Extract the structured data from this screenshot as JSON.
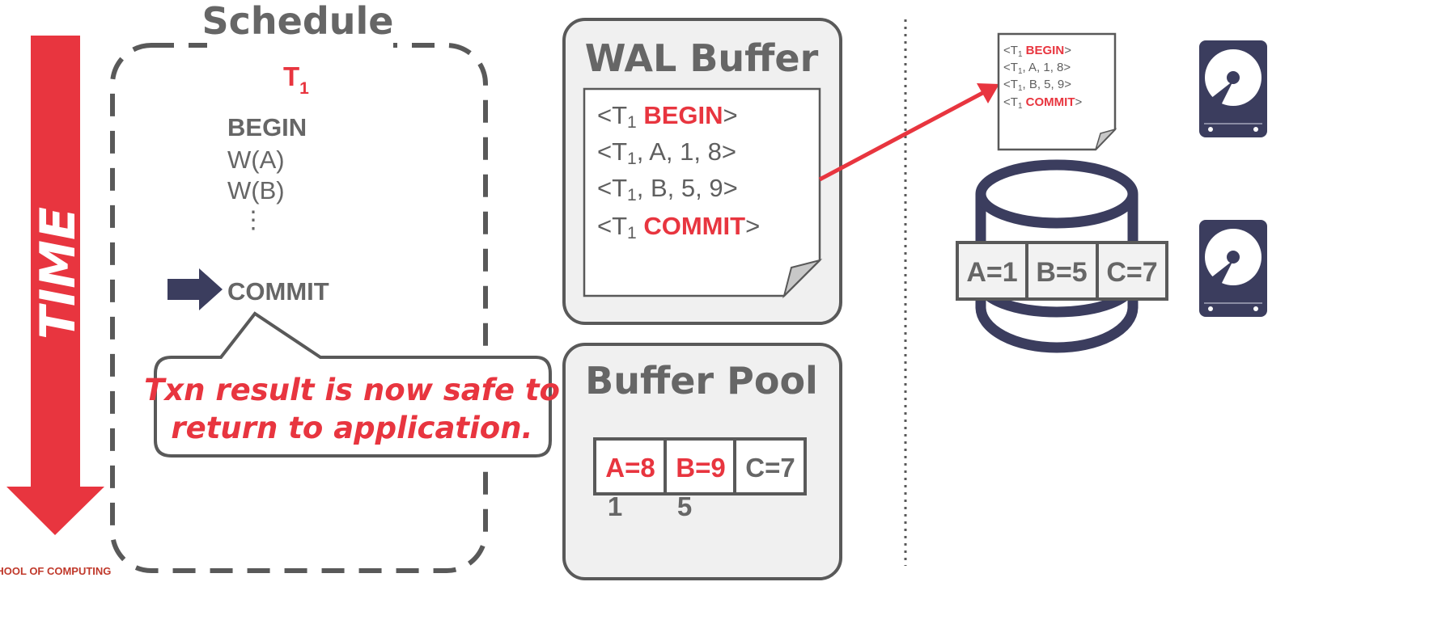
{
  "schedule": {
    "title": "Schedule",
    "txn": "T",
    "txn_sub": "1",
    "ops": [
      "BEGIN",
      "W(A)",
      "W(B)",
      "⋮",
      "COMMIT"
    ],
    "callout_line1": "Txn result is now safe to",
    "callout_line2": "return to application."
  },
  "time_label": "TIME",
  "wal_buffer": {
    "title": "WAL Buffer",
    "records": [
      {
        "prefix": "<T",
        "sub": "1",
        "rest": " ",
        "keyword": "BEGIN",
        "suffix": ">"
      },
      {
        "prefix": "<T",
        "sub": "1",
        "rest": ", A, 1, 8>",
        "keyword": "",
        "suffix": ""
      },
      {
        "prefix": "<T",
        "sub": "1",
        "rest": ", B, 5, 9>",
        "keyword": "",
        "suffix": ""
      },
      {
        "prefix": "<T",
        "sub": "1",
        "rest": " ",
        "keyword": "COMMIT",
        "suffix": ">"
      }
    ]
  },
  "buffer_pool": {
    "title": "Buffer Pool",
    "cells": [
      {
        "new_value": "A=8",
        "old_value": "1"
      },
      {
        "new_value": "B=9",
        "old_value": "5"
      },
      {
        "new_value": "C=7",
        "old_value": ""
      }
    ]
  },
  "disk_log": {
    "records": [
      {
        "prefix": "<T",
        "sub": "1",
        "rest": " ",
        "keyword": "BEGIN",
        "suffix": ">"
      },
      {
        "prefix": "<T",
        "sub": "1",
        "rest": ", A, 1, 8>",
        "keyword": "",
        "suffix": ""
      },
      {
        "prefix": "<T",
        "sub": "1",
        "rest": ", B, 5, 9>",
        "keyword": "",
        "suffix": ""
      },
      {
        "prefix": "<T",
        "sub": "1",
        "rest": " ",
        "keyword": "COMMIT",
        "suffix": ">"
      }
    ]
  },
  "database": {
    "cells": [
      "A=1",
      "B=5",
      "C=7"
    ]
  },
  "footer_text": "CHOOL OF COMPUTING",
  "colors": {
    "accent_red": "#e8353f",
    "text_gray": "#666666",
    "navy": "#3b3d5e",
    "panel_bg": "#f0f0f0"
  },
  "icons": [
    "time-arrow-icon",
    "pointer-arrow-icon",
    "hard-drive-icon",
    "database-cylinder-icon",
    "page-fold-icon"
  ]
}
